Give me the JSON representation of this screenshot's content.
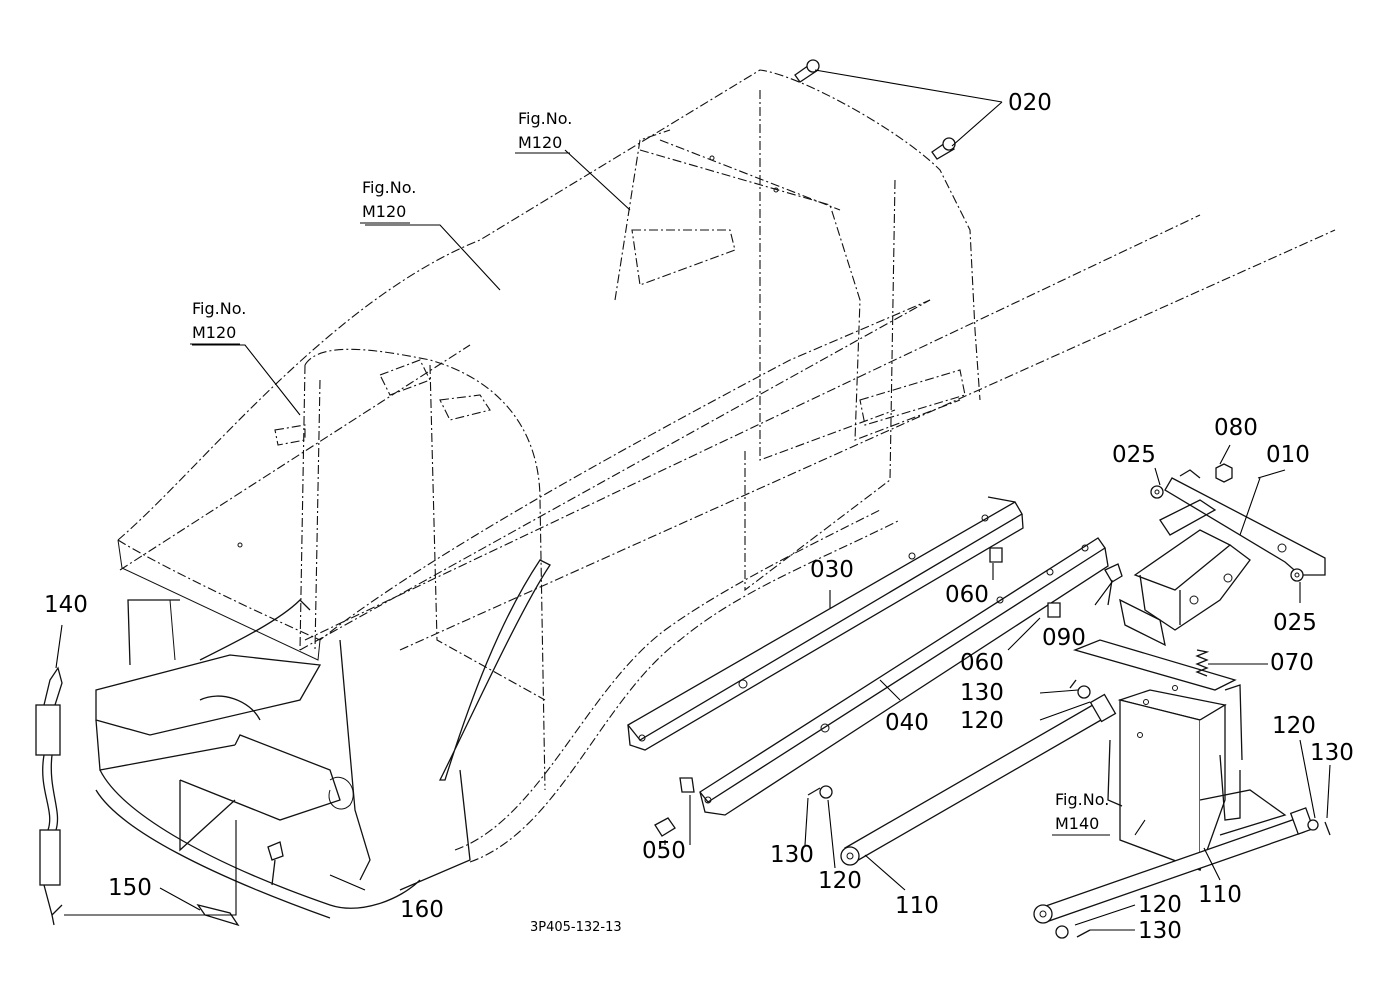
{
  "diagram_code": "3P405-132-13",
  "fig_refs": [
    {
      "line1": "Fig.No.",
      "line2": "M120"
    },
    {
      "line1": "Fig.No.",
      "line2": "M120"
    },
    {
      "line1": "Fig.No.",
      "line2": "M120"
    },
    {
      "line1": "Fig.No.",
      "line2": "M140"
    }
  ],
  "parts": {
    "p010": "010",
    "p020": "020",
    "p025a": "025",
    "p025b": "025",
    "p030": "030",
    "p040": "040",
    "p050": "050",
    "p060a": "060",
    "p060b": "060",
    "p070": "070",
    "p080": "080",
    "p090": "090",
    "p110a": "110",
    "p110b": "110",
    "p120a": "120",
    "p120b": "120",
    "p120c": "120",
    "p120d": "120",
    "p130a": "130",
    "p130b": "130",
    "p130c": "130",
    "p130d": "130",
    "p140": "140",
    "p150": "150",
    "p160": "160"
  }
}
